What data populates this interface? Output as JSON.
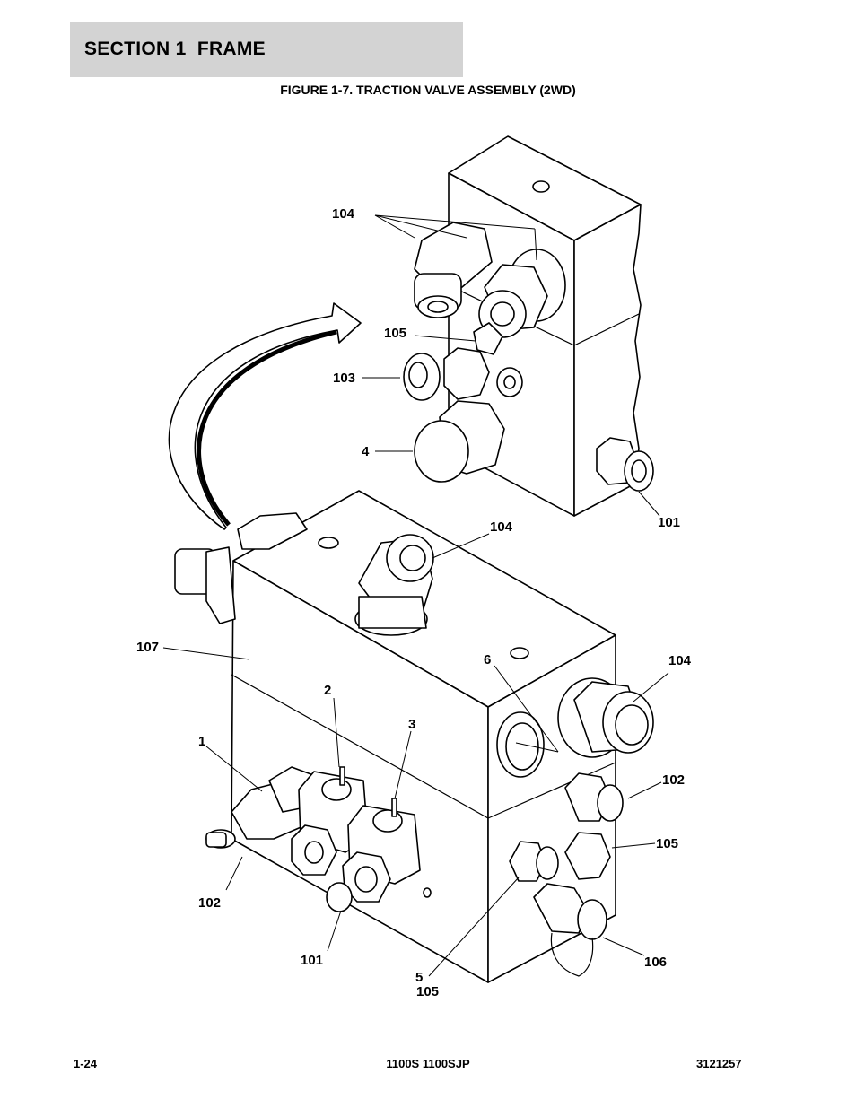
{
  "header": {
    "section_title": "SECTION 1  FRAME"
  },
  "figure": {
    "title": "FIGURE 1-7. TRACTION VALVE ASSEMBLY (2WD)",
    "callouts": {
      "top_104": "104",
      "top_105": "105",
      "top_103": "103",
      "top_4": "4",
      "top_101": "101",
      "bottom_104_top": "104",
      "bottom_107": "107",
      "bottom_6": "6",
      "bottom_104_right": "104",
      "bottom_2": "2",
      "bottom_3": "3",
      "bottom_1": "1",
      "bottom_102_right": "102",
      "bottom_105_right": "105",
      "bottom_102_left": "102",
      "bottom_101": "101",
      "bottom_106": "106",
      "bottom_5": "5",
      "bottom_105_low": "105"
    }
  },
  "footer": {
    "page": "1-24",
    "model": "1100S 1100SJP",
    "part_number": "3121257"
  }
}
